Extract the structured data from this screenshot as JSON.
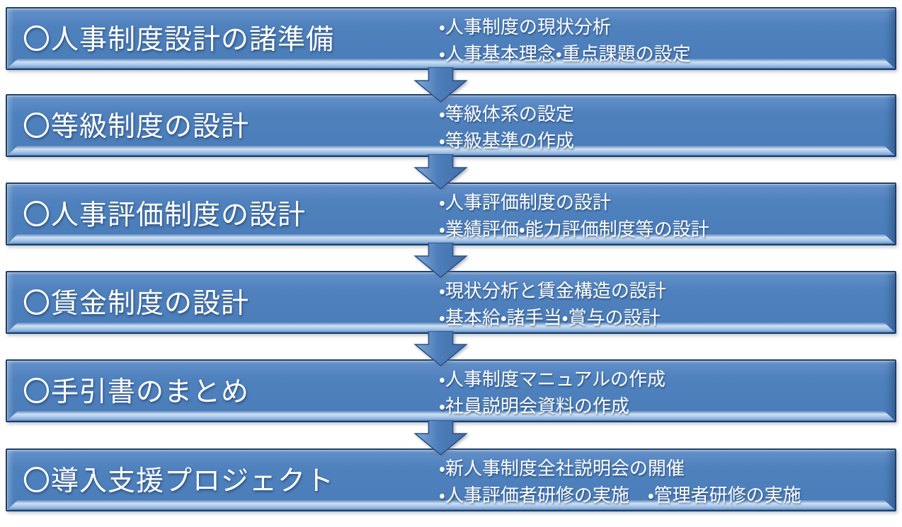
{
  "diagram": {
    "steps": [
      {
        "title": "〇人事制度設計の諸準備",
        "bullets": [
          "・人事制度の現状分析",
          "・人事基本理念・重点課題の設定"
        ]
      },
      {
        "title": "〇等級制度の設計",
        "bullets": [
          "・等級体系の設定",
          "・等級基準の作成"
        ]
      },
      {
        "title": "〇人事評価制度の設計",
        "bullets": [
          "・人事評価制度の設計",
          "・業績評価・能力評価制度等の設計"
        ]
      },
      {
        "title": "〇賃金制度の設計",
        "bullets": [
          "・現状分析と賃金構造の設計",
          "・基本給・諸手当・賞与の設計"
        ]
      },
      {
        "title": "〇手引書のまとめ",
        "bullets": [
          "・人事制度マニュアルの作成",
          "・社員説明会資料の作成"
        ]
      },
      {
        "title": "〇導入支援プロジェクト",
        "bullets": [
          "・新人事制度全社説明会の開催",
          "・人事評価者研修の実施　・管理者研修の実施"
        ]
      }
    ],
    "colors": {
      "bar_fill": "#4f81bd",
      "bar_border": "#1e4067",
      "bevel_light": "#cfe0f2",
      "arrow_fill": "#4d7eba",
      "arrow_outline": "#2a5288",
      "text": "#ffffff"
    }
  }
}
